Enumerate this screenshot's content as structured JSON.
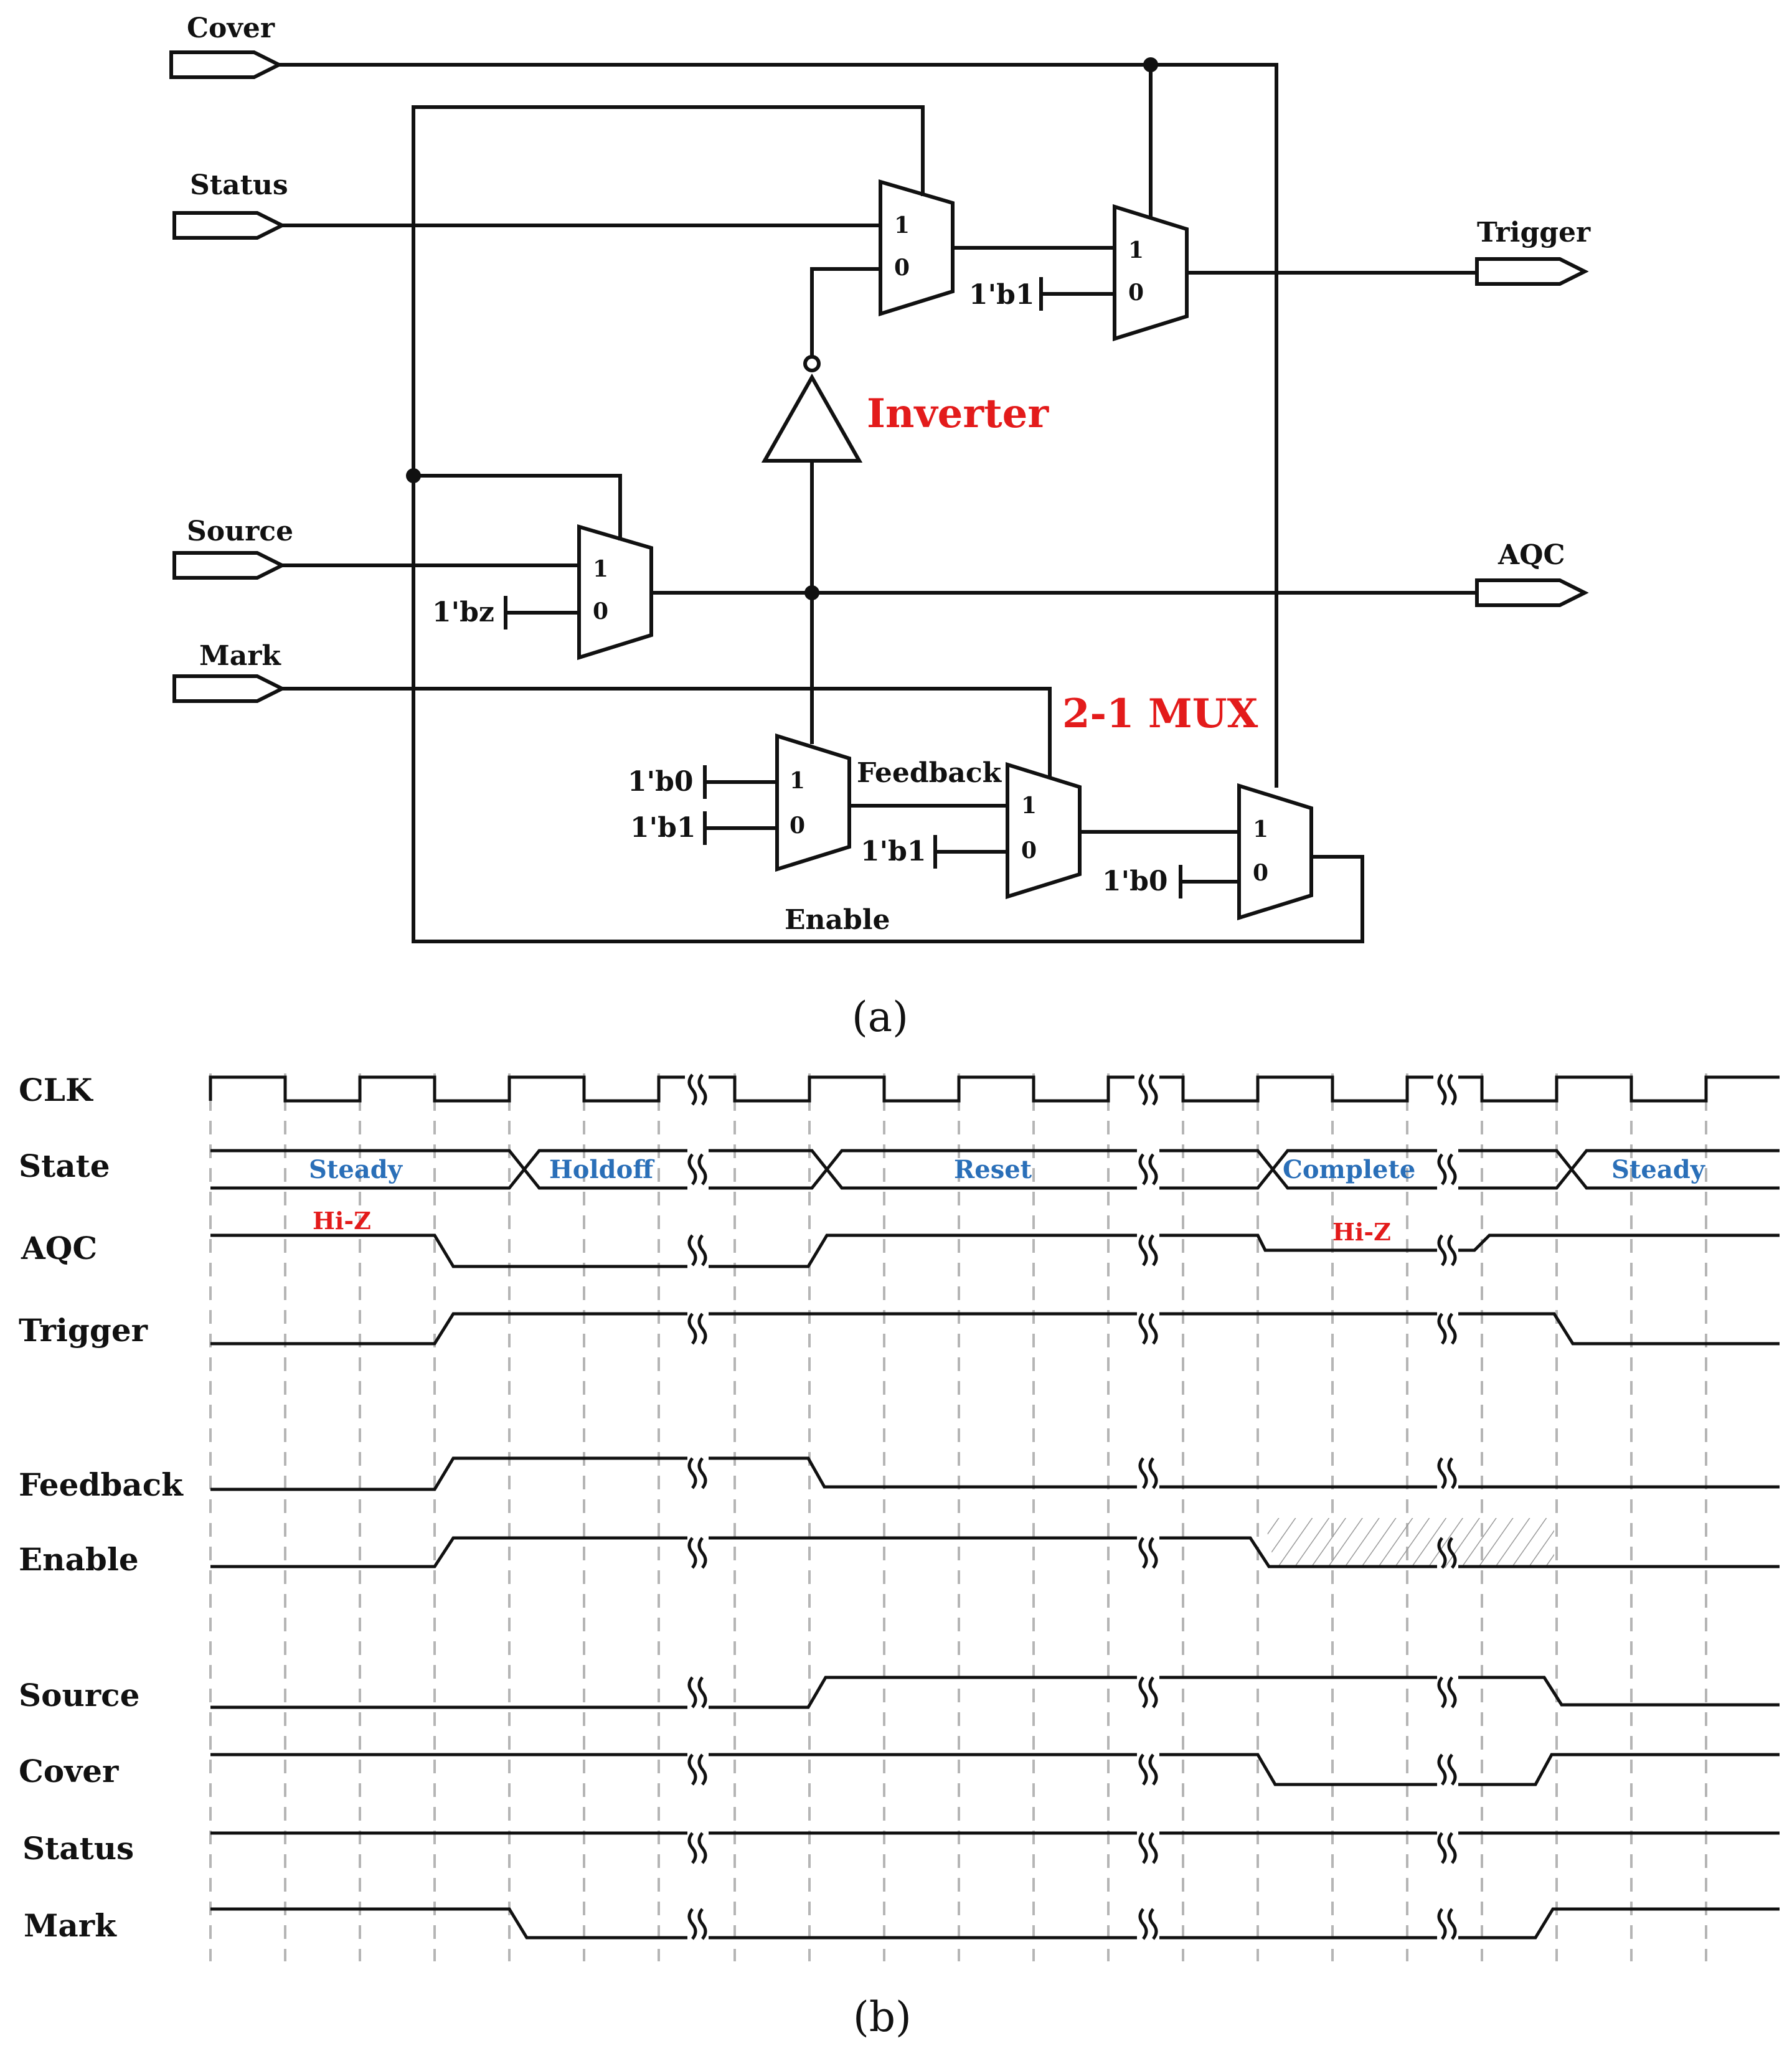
{
  "circuit": {
    "ports_in": [
      "Cover",
      "Status",
      "Source",
      "Mark"
    ],
    "ports_out": [
      "Trigger",
      "AQC"
    ],
    "inverter_label": "Inverter",
    "mux_label": "2-1 MUX",
    "feedback_label": "Feedback",
    "enable_label": "Enable",
    "mux_pin_1": "1",
    "mux_pin_0": "0",
    "constants": {
      "status_mux2_in0": "1'b1",
      "source_mux_in0": "1'bz",
      "fb_mux_in1": "1'b0",
      "fb_mux_in0": "1'b1",
      "mid_mux_in0": "1'b1",
      "en_mux_in0": "1'b0"
    },
    "caption": "(a)"
  },
  "timing": {
    "signals": [
      "CLK",
      "State",
      "AQC",
      "Trigger",
      "Feedback",
      "Enable",
      "Source",
      "Cover",
      "Status",
      "Mark"
    ],
    "states": [
      "Steady",
      "Holdoff",
      "Reset",
      "Complete",
      "Steady"
    ],
    "hiz_labels": [
      "Hi-Z",
      "Hi-Z"
    ],
    "caption": "(b)"
  },
  "colors": {
    "ink": "#111111",
    "accent_red": "#e31b1b",
    "state_blue": "#2a6fb8",
    "grid": "#b5b5b5"
  }
}
